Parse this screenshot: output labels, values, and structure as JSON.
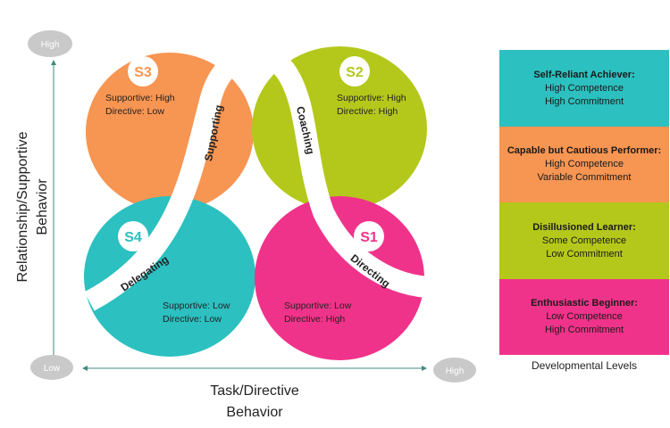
{
  "axis": {
    "y_label_line1": "Relationship/Supportive",
    "y_label_line2": "Behavior",
    "x_label_line1": "Task/Directive",
    "x_label_line2": "Behavior",
    "high_top": "High",
    "low": "Low",
    "high_right": "High"
  },
  "quadrants": [
    {
      "id": "S3",
      "badge": "S3",
      "line1": "Supportive: High",
      "line2": "Directive: Low",
      "color": "#F79552",
      "badge_color": "#F79552"
    },
    {
      "id": "S2",
      "badge": "S2",
      "line1": "Supportive: High",
      "line2": "Directive: High",
      "color": "#B4C81B",
      "badge_color": "#B4C81B"
    },
    {
      "id": "S4",
      "badge": "S4",
      "line1": "Supportive: Low",
      "line2": "Directive: Low",
      "color": "#2CC0C0",
      "badge_color": "#2CC0C0"
    },
    {
      "id": "S1",
      "badge": "S1",
      "line1": "Supportive: Low",
      "line2": "Directive: High",
      "color": "#F0338A",
      "badge_color": "#F0338A"
    }
  ],
  "curve_labels": {
    "supporting": "Supporting",
    "coaching": "Coaching",
    "delegating": "Delegating",
    "directing": "Directing"
  },
  "levels": [
    {
      "title": "Self-Reliant Achiever:",
      "line1": "High Competence",
      "line2": "High Commitment",
      "color": "#2CC0C0"
    },
    {
      "title": "Capable but Cautious Performer:",
      "line1": "High Competence",
      "line2": "Variable Commitment",
      "color": "#F79552"
    },
    {
      "title": "Disillusioned Learner:",
      "line1": "Some Competence",
      "line2": "Low Commitment",
      "color": "#B4C81B"
    },
    {
      "title": "Enthusiastic Beginner:",
      "line1": "Low Competence",
      "line2": "High Commitment",
      "color": "#F0338A"
    }
  ],
  "levels_caption": "Developmental Levels",
  "colors": {
    "axis": "#3f8a80",
    "pill": "#c9c9c9"
  }
}
